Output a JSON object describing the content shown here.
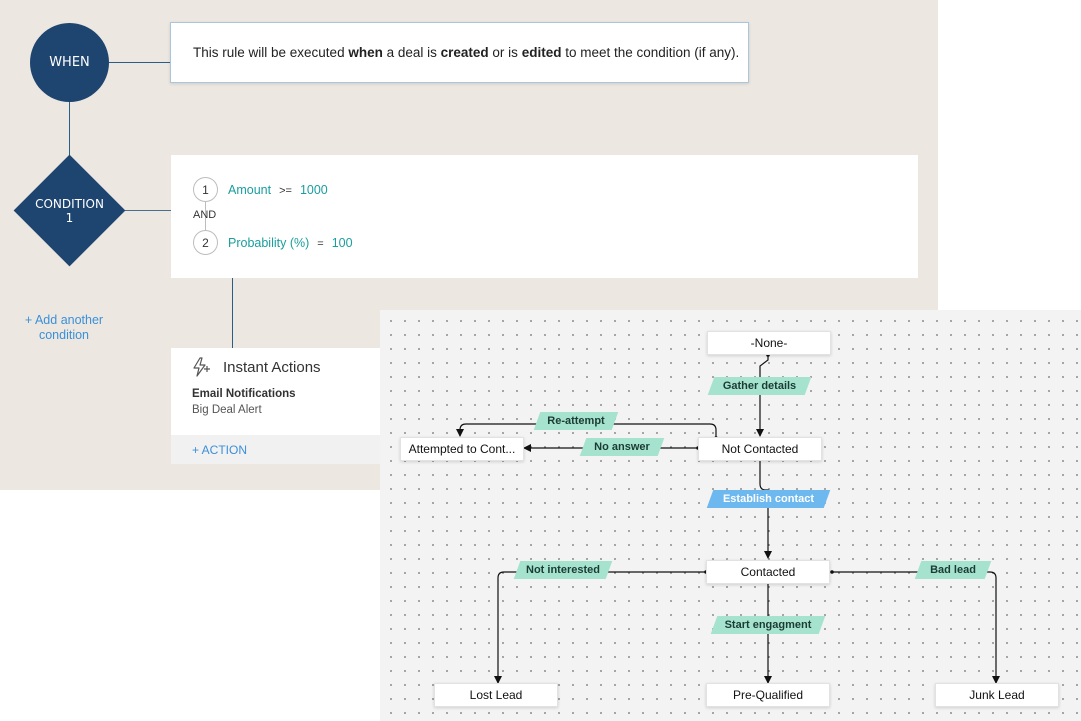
{
  "workflow": {
    "when_node_label": "WHEN",
    "condition_node_label": "CONDITION",
    "condition_node_number": "1",
    "when_card": {
      "prefix": "This rule will be executed ",
      "when_word": "when",
      "middle1": " a deal is ",
      "created_word": "created",
      "middle2": " or is ",
      "edited_word": "edited",
      "suffix": " to meet the condition (if any)."
    },
    "criteria": [
      {
        "number": "1",
        "field": "Amount",
        "operator": ">=",
        "value": "1000"
      },
      {
        "number": "2",
        "field": "Probability (%)",
        "operator": "=",
        "value": "100"
      }
    ],
    "criteria_join": "AND",
    "add_condition_label": "+ Add another condition",
    "instant_actions": {
      "title": "Instant Actions",
      "icon": "lightning-plus-icon",
      "email_title": "Email Notifications",
      "email_value": "Big Deal Alert",
      "add_action_label": "+ ACTION"
    }
  },
  "blueprint": {
    "states": {
      "none": "-None-",
      "not_contacted": "Not Contacted",
      "attempted": "Attempted to Cont...",
      "contacted": "Contacted",
      "lost_lead": "Lost Lead",
      "pre_qualified": "Pre-Qualified",
      "junk_lead": "Junk Lead"
    },
    "transitions": {
      "gather_details": "Gather details",
      "re_attempt": "Re-attempt",
      "no_answer": "No answer",
      "establish_contact": "Establish contact",
      "not_interested": "Not interested",
      "bad_lead": "Bad lead",
      "start_engagement": "Start engagment"
    },
    "colors": {
      "transition": "#a5e3cf",
      "transition_highlight": "#6cb8ef"
    }
  }
}
